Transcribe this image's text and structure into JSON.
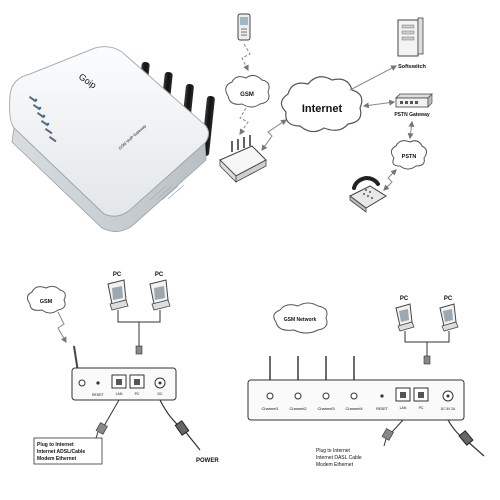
{
  "product": {
    "brand": "Goip",
    "model_label": "GSM VoIP Gateway"
  },
  "network_diagram": {
    "internet": "Internet",
    "gsm": "GSM",
    "softswitch": "Softswitch",
    "pstn_gateway": "PSTN Gateway",
    "pstn": "PSTN"
  },
  "wiring_single": {
    "gsm": "GSM",
    "pc_left": "PC",
    "pc_right": "PC",
    "power": "POWER",
    "reset": "RESET",
    "lan": "LAN",
    "pc_port": "PC",
    "dc": "DC",
    "note_lines": [
      "Plug to Internet",
      "Internet ADSL/Cable",
      "Modem Ethernet"
    ]
  },
  "wiring_quad": {
    "gsm_network": "GSM Network",
    "pc_left": "PC",
    "pc_right": "PC",
    "channels": [
      "Channel1",
      "Channel2",
      "Channel3",
      "Channel4"
    ],
    "reset": "RESET",
    "lan": "LAN",
    "pc_port": "PC",
    "dc": "DC 5V 2A",
    "note_lines": [
      "Plug to Internet",
      "Internet DASL Cable",
      "Modem Ethernet"
    ]
  }
}
